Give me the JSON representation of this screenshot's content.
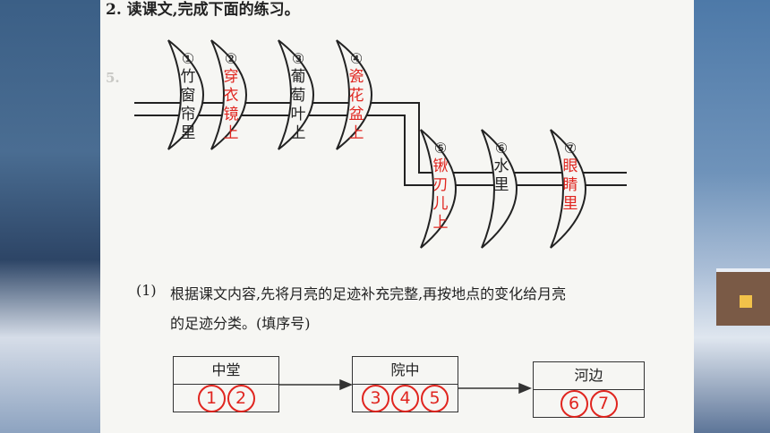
{
  "heading": "2. 读课文,完成下面的练习。",
  "question_number": "5.",
  "moons": [
    {
      "num": "①",
      "text": "竹窗帘里",
      "filled": false
    },
    {
      "num": "②",
      "text": "穿衣镜上",
      "filled": true
    },
    {
      "num": "③",
      "text": "葡萄叶上",
      "filled": false
    },
    {
      "num": "④",
      "text": "瓷花盆上",
      "filled": true
    },
    {
      "num": "⑤",
      "text": "锹刃儿上",
      "filled": true
    },
    {
      "num": "⑥",
      "text": "水里",
      "filled": false
    },
    {
      "num": "⑦",
      "text": "眼睛里",
      "filled": true
    }
  ],
  "question": {
    "label": "(1)",
    "line1": "根据课文内容,先将月亮的足迹补充完整,再按地点的变化给月亮",
    "line2": "的足迹分类。(填序号)"
  },
  "groups": [
    {
      "title": "中堂",
      "answers": [
        "1",
        "2"
      ]
    },
    {
      "title": "院中",
      "answers": [
        "3",
        "4",
        "5"
      ]
    },
    {
      "title": "河边",
      "answers": [
        "6",
        "7"
      ]
    }
  ],
  "colors": {
    "answer": "#e0251f",
    "ink": "#222222",
    "paper": "#f6f6f3"
  }
}
